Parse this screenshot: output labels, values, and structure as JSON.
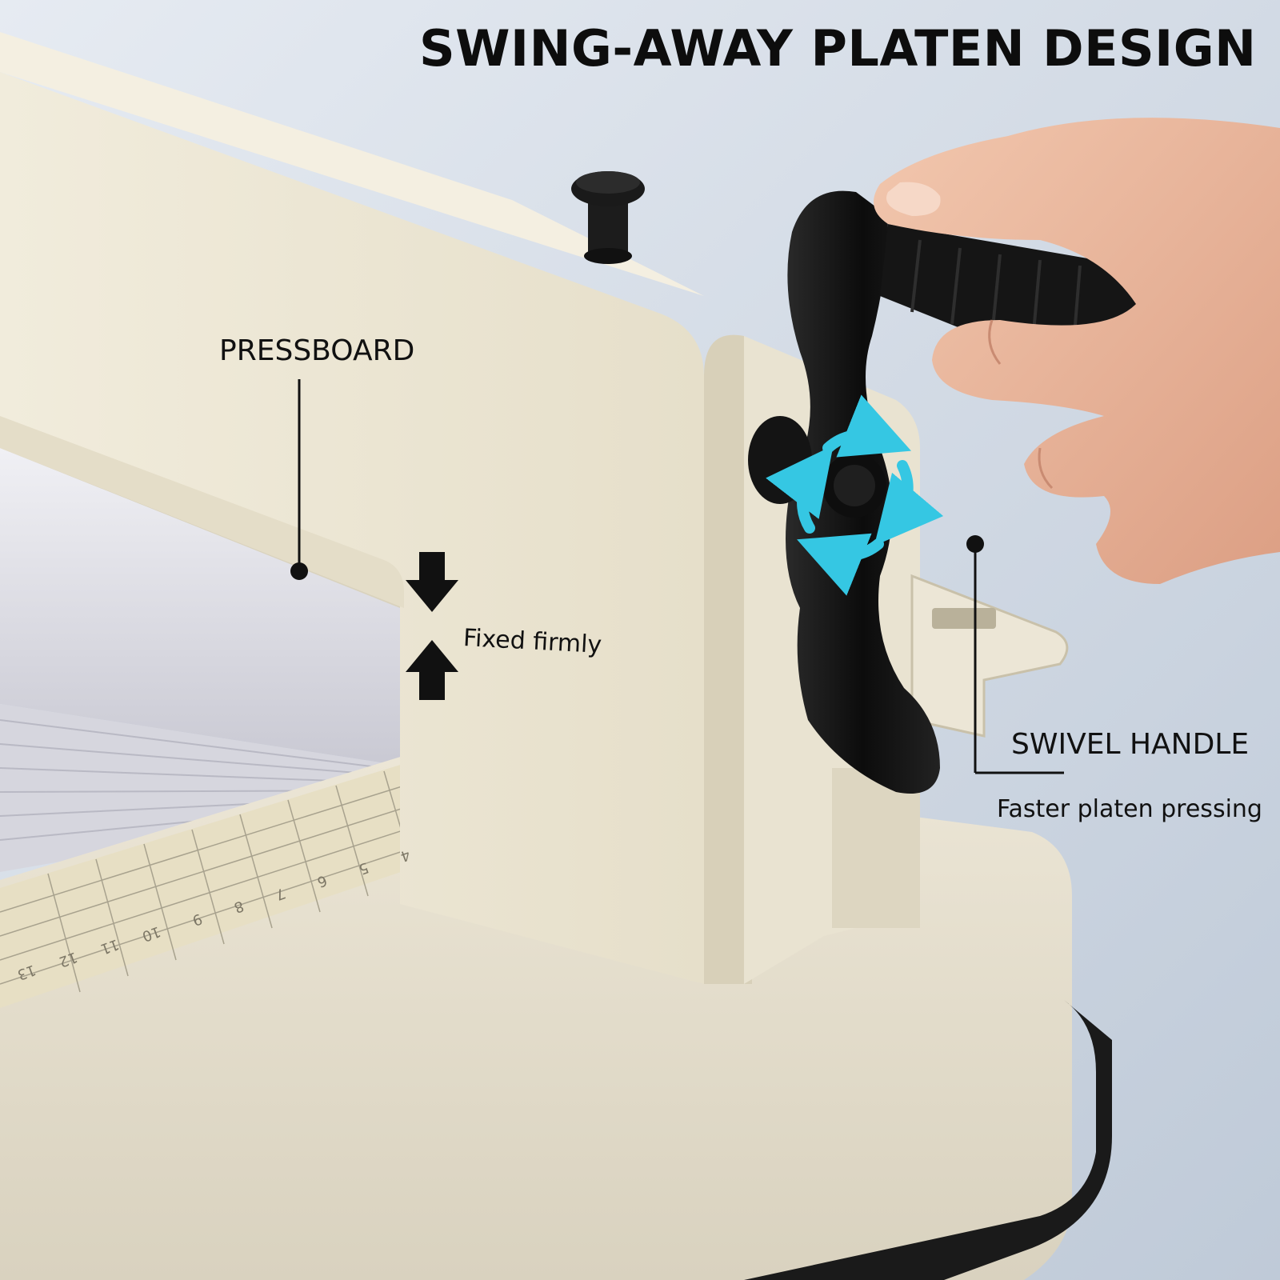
{
  "title": "SWING-AWAY PLATEN DESIGN",
  "callouts": {
    "pressboard": "PRESSBOARD",
    "fixed": "Fixed firmly",
    "swivel": "SWIVEL HANDLE",
    "swivel_sub": "Faster platen pressing"
  },
  "ruler_numbers": [
    "4",
    "5",
    "6",
    "7",
    "8",
    "9",
    "10",
    "11",
    "12",
    "13"
  ],
  "colors": {
    "background": "#c9d3df",
    "machine_body": "#ece6d6",
    "handle": "#141414",
    "rotate_arrows": "#35c7e3",
    "skin": "#e8b59a"
  },
  "icons": [
    "rotate-arrows-icon",
    "arrow-down-icon",
    "arrow-up-icon",
    "callout-dot-icon"
  ]
}
